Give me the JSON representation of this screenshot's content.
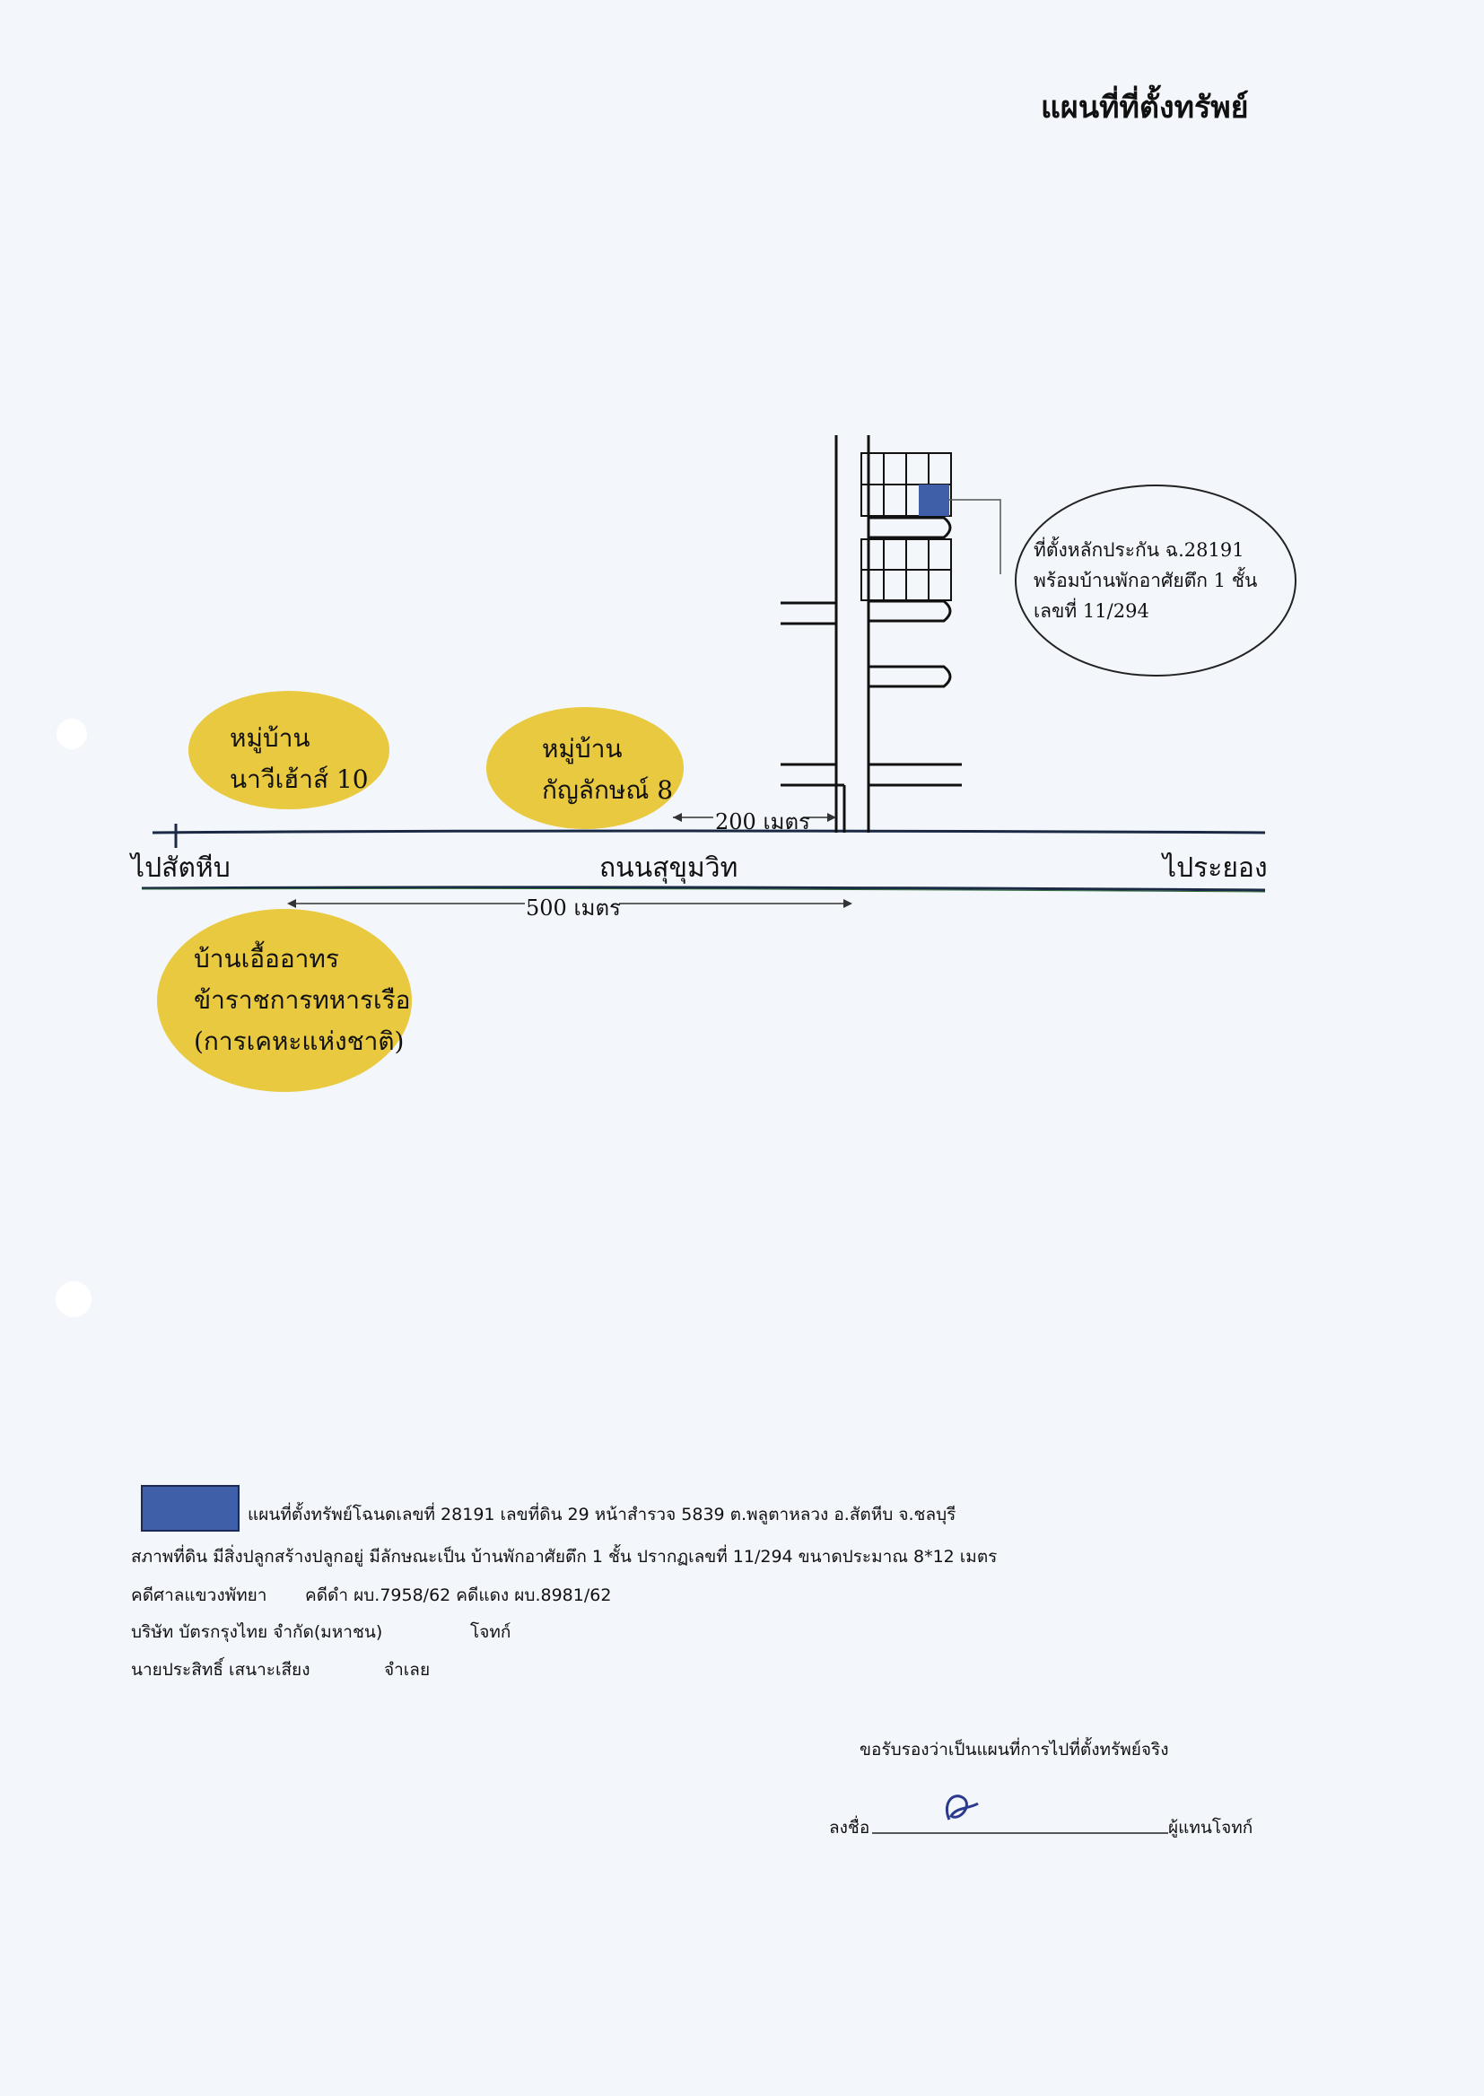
{
  "title": "แผนที่ที่ตั้งทรัพย์",
  "road": {
    "name": "ถนนสุขุมวิท",
    "west_label": "ไปสัตหีบ",
    "east_label": "ไประยอง"
  },
  "distances": {
    "short": "200 เมตร",
    "long": "500 เมตร"
  },
  "landmarks": [
    {
      "line1": "หมู่บ้าน",
      "line2": "นาวีเฮ้าส์ 10"
    },
    {
      "line1": "หมู่บ้าน",
      "line2": "กัญลักษณ์ 8"
    },
    {
      "line1": "บ้านเอื้ออาทร",
      "line2": "ข้าราชการทหารเรือ",
      "line3": "(การเคหะแห่งชาติ)"
    }
  ],
  "callout": {
    "line1": "ที่ตั้งหลักประกัน ฉ.28191",
    "line2": "พร้อมบ้านพักอาศัยตึก 1 ชั้น",
    "line3": "เลขที่ 11/294"
  },
  "legend": {
    "line1": "แผนที่ตั้งทรัพย์โฉนดเลขที่ 28191 เลขที่ดิน 29 หน้าสำรวจ 5839 ต.พลูตาหลวง อ.สัตหีบ จ.ชลบุรี",
    "line2": "สภาพที่ดิน มีสิ่งปลูกสร้างปลูกอยู่ มีลักษณะเป็น บ้านพักอาศัยตึก 1 ชั้น ปรากฏเลขที่ 11/294  ขนาดประมาณ 8*12  เมตร",
    "line3_a": "คดีศาลแขวงพัทยา",
    "line3_b": "คดีดำ ผบ.7958/62  คดีแดง ผบ.8981/62",
    "line4_a": "บริษัท บัตรกรุงไทย จำกัด(มหาชน)",
    "line4_b": "โจทก์",
    "line5_a": "นายประสิทธิ์  เสนาะเสียง",
    "line5_b": "จำเลย"
  },
  "certification": {
    "statement": "ขอรับรองว่าเป็นแผนที่การไปที่ตั้งทรัพย์จริง",
    "sign_label": "ลงชื่อ",
    "role": "ผู้แทนโจทก์"
  },
  "colors": {
    "paper": "#f3f6fb",
    "landmark_fill": "#e9c93f",
    "property_fill": "#3f5fa8",
    "ink": "#111111",
    "signature_ink": "#2b3a8c"
  }
}
